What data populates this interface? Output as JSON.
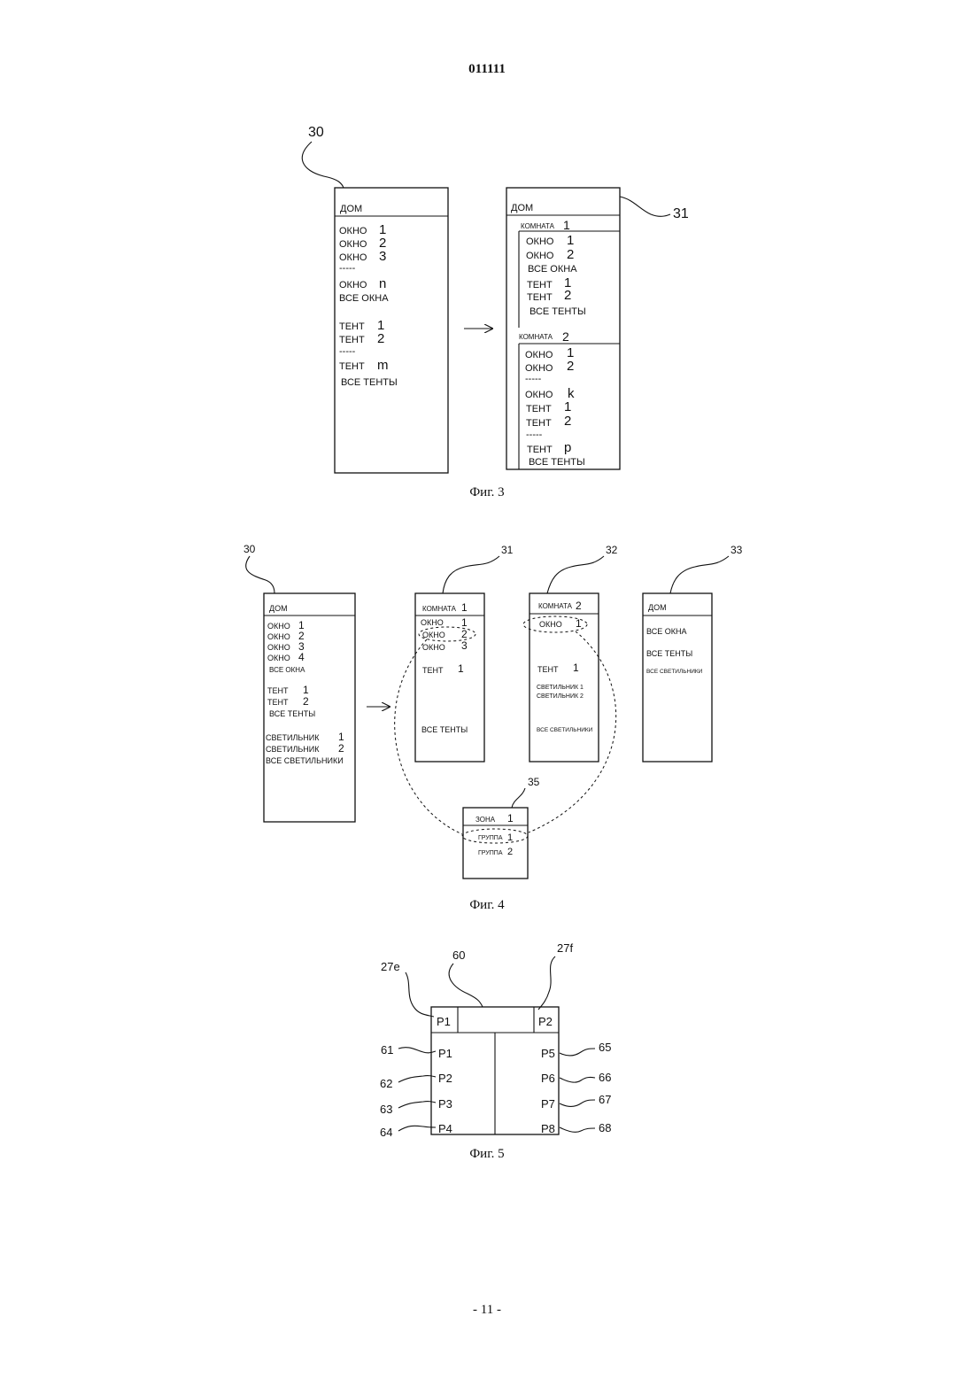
{
  "page": {
    "header": "011111",
    "footer": "- 11 -"
  },
  "fig3": {
    "caption": "Фиг. 3",
    "ref_left": "30",
    "ref_right": "31",
    "left_list": {
      "title": "ДОМ",
      "items": [
        "ОКНО",
        "1",
        "ОКНО",
        "2",
        "ОКНО",
        "3",
        "-----",
        "ОКНО",
        "n",
        "ВСЕ ОКНА",
        "ТЕНТ",
        "1",
        "ТЕНТ",
        "2",
        "-----",
        "ТЕНТ",
        "m",
        "ВСЕ ТЕНТЫ"
      ]
    },
    "right_list": {
      "title": "ДОМ",
      "room1": {
        "label": "КОМНАТА",
        "num": "1",
        "items": [
          "ОКНО",
          "1",
          "ОКНО",
          "2",
          "ВСЕ ОКНА",
          "ТЕНТ",
          "1",
          "ТЕНТ",
          "2",
          "ВСЕ ТЕНТЫ"
        ]
      },
      "room2": {
        "label": "КОМНАТА",
        "num": "2",
        "items": [
          "ОКНО",
          "1",
          "ОКНО",
          "2",
          "-----",
          "ОКНО",
          "k",
          "ТЕНТ",
          "1",
          "ТЕНТ",
          "2",
          "-----",
          "ТЕНТ",
          "p",
          "ВСЕ ТЕНТЫ"
        ]
      }
    }
  },
  "fig4": {
    "caption": "Фиг. 4",
    "refs": [
      "30",
      "31",
      "32",
      "33",
      "35"
    ],
    "house": {
      "title": "ДОМ",
      "items": [
        "ОКНО",
        "1",
        "ОКНО",
        "2",
        "ОКНО",
        "3",
        "ОКНО",
        "4",
        "ВСЕ ОКНА",
        "ТЕНТ",
        "1",
        "ТЕНТ",
        "2",
        "ВСЕ ТЕНТЫ",
        "СВЕТИЛЬНИК",
        "1",
        "СВЕТИЛЬНИК",
        "2",
        "ВСЕ СВЕТИЛЬНИКИ"
      ]
    },
    "room1": {
      "title": "КОМНАТА",
      "num": "1",
      "items": [
        "ОКНО",
        "1",
        "ОКНО",
        "2",
        "ОКНО",
        "3",
        "ТЕНТ",
        "1",
        "ВСЕ ТЕНТЫ"
      ]
    },
    "room2": {
      "title": "КОМНАТА",
      "num": "2",
      "items": [
        "ОКНО",
        "1",
        "ТЕНТ",
        "1",
        "СВЕТИЛЬНИК 1",
        "СВЕТИЛЬНИК 2",
        "ВСЕ СВЕТИЛЬНИКИ"
      ]
    },
    "all": {
      "title": "ДОМ",
      "items": [
        "ВСЕ ОКНА",
        "ВСЕ ТЕНТЫ",
        "ВСЕ СВЕТИЛЬНИКИ"
      ]
    },
    "zone": {
      "title": "ЗОНА",
      "num": "1",
      "items": [
        "ГРУППА",
        "1",
        "ГРУППА",
        "2"
      ]
    }
  },
  "fig5": {
    "caption": "Фиг. 5",
    "refs": {
      "top_left": "27e",
      "top_mid": "60",
      "top_right": "27f",
      "left": [
        "61",
        "62",
        "63",
        "64"
      ],
      "right": [
        "65",
        "66",
        "67",
        "68"
      ]
    },
    "header_buttons": [
      "P1",
      "P2"
    ],
    "left_keys": [
      "P1",
      "P2",
      "P3",
      "P4"
    ],
    "right_keys": [
      "P5",
      "P6",
      "P7",
      "P8"
    ]
  }
}
